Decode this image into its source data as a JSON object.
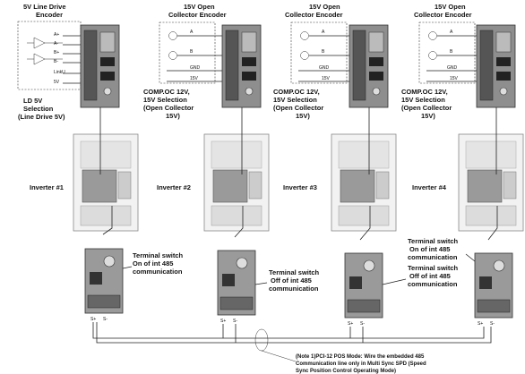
{
  "encoders": [
    {
      "title_line1": "5V Line Drive",
      "title_line2": "Encoder",
      "signals": [
        "A+",
        "A-",
        "B+",
        "B-",
        "LinkU",
        "5V"
      ]
    },
    {
      "title_line1": "15V Open",
      "title_line2": "Collector Encoder",
      "signals": [
        "A",
        "B",
        "GND",
        "15V"
      ]
    },
    {
      "title_line1": "15V Open",
      "title_line2": "Collector Encoder",
      "signals": [
        "A",
        "B",
        "GND",
        "15V"
      ]
    },
    {
      "title_line1": "15V Open",
      "title_line2": "Collector Encoder",
      "signals": [
        "A",
        "B",
        "GND",
        "15V"
      ]
    }
  ],
  "selections": [
    [
      "LD 5V",
      "Selection",
      "(Line Drive 5V)"
    ],
    [
      "COMP.OC 12V,",
      "15V Selection",
      "(Open Collector",
      "15V)"
    ],
    [
      "COMP.OC 12V,",
      "15V Selection",
      "(Open Collector",
      "15V)"
    ],
    [
      "COMP.OC 12V,",
      "15V Selection",
      "(Open Collector",
      "15V)"
    ]
  ],
  "inverters": [
    "Inverter #1",
    "Inverter #2",
    "Inverter #3",
    "Inverter #4"
  ],
  "terminal_notes": [
    [
      "Terminal switch",
      "On of int 485",
      "communication"
    ],
    [
      "Terminal switch",
      "Off of int 485",
      "communication"
    ],
    [
      "Terminal switch",
      "Off of int 485",
      "communication"
    ],
    [
      "Terminal switch",
      "On of int 485",
      "communication"
    ]
  ],
  "terminal_labels": [
    "S+",
    "S-"
  ],
  "note": [
    "(Note 1)PCI-12 POS Mode: Wire the embedded 485",
    "Communication line only in Multi Sync SPD (Speed",
    "Sync Position Control Operating Mode)"
  ]
}
